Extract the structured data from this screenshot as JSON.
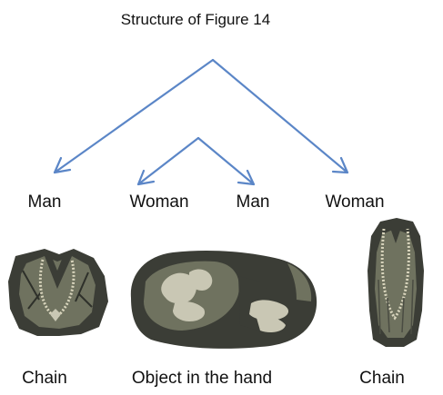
{
  "title": "Structure of Figure 14",
  "colors": {
    "arrow": "#5b86c7",
    "photo_dark": "#3b3d36",
    "photo_mid": "#6f725f",
    "photo_light": "#c9c7b4",
    "chain": "#d8d4bc"
  },
  "level_labels": [
    "Man",
    "Woman",
    "Man",
    "Woman"
  ],
  "bottom_labels": {
    "left": "Chain",
    "middle": "Object in the hand",
    "right": "Chain"
  },
  "photos": {
    "left": "chain-on-man-photo",
    "middle": "hands-holding-object-photo",
    "right": "chain-on-woman-photo"
  }
}
